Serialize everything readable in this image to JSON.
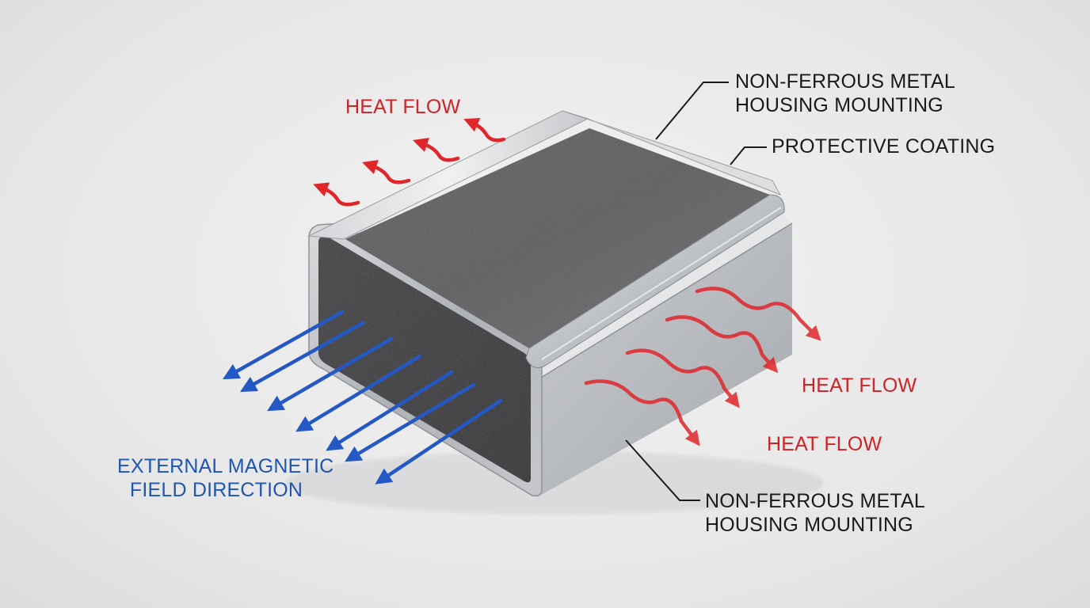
{
  "labels": {
    "heat_flow_top": "HEAT FLOW",
    "heat_flow_right_upper": "HEAT FLOW",
    "heat_flow_right_lower": "HEAT FLOW",
    "housing_top": {
      "line1": "NON-FERROUS METAL",
      "line2": "HOUSING MOUNTING"
    },
    "protective_coating": "PROTECTIVE COATING",
    "housing_bottom": {
      "line1": "NON-FERROUS METAL",
      "line2": "HOUSING MOUNTING"
    },
    "magnetic_field": {
      "line1": "EXTERNAL MAGNETIC",
      "line2": "FIELD DIRECTION"
    }
  },
  "colors": {
    "heat_arrow": "#e0262b",
    "heat_text": "#cf2327",
    "field_arrow": "#2458c4",
    "field_text": "#1f56b0",
    "leader_line": "#1a1a1a",
    "core": "#4a4a4c",
    "housing": "#b9bcbf"
  },
  "components": [
    "magnetic core",
    "protective coating",
    "non-ferrous metal housing"
  ]
}
